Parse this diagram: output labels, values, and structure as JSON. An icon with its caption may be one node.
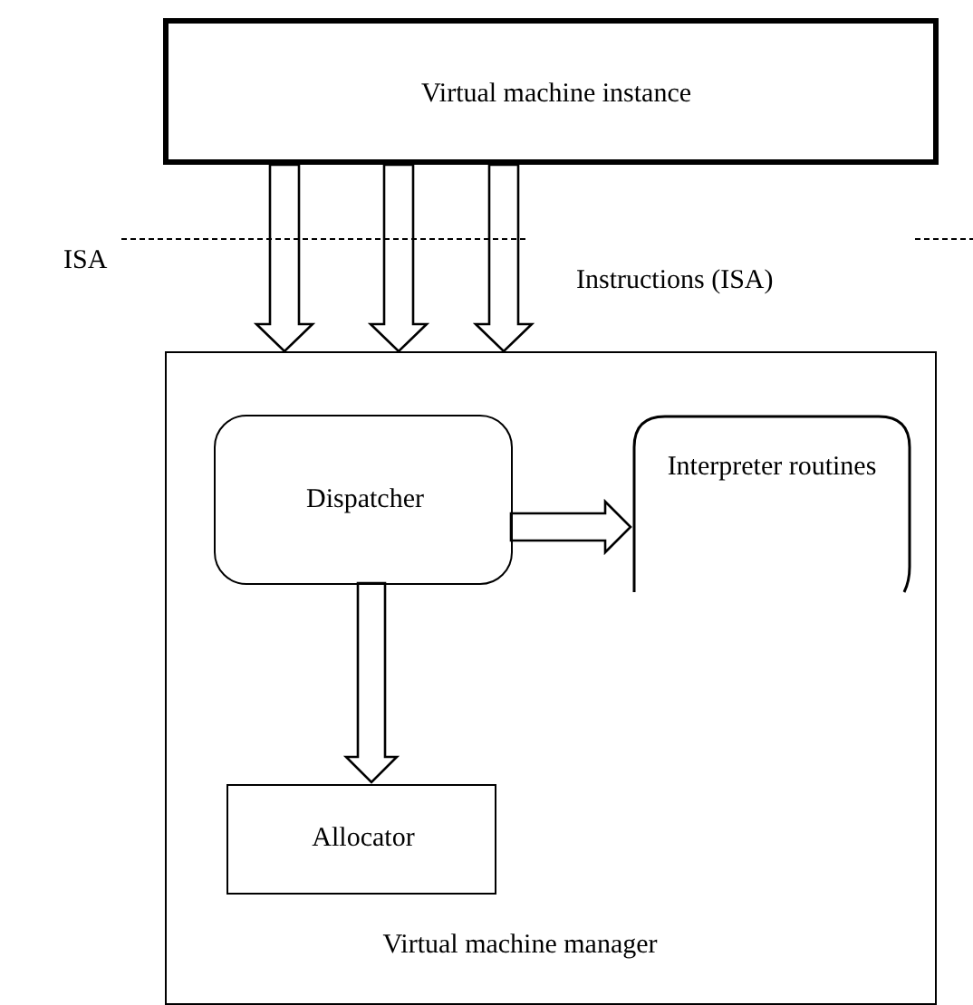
{
  "diagram": {
    "nodes": [
      {
        "text": [
          "Virtual machine instance"
        ]
      },
      {
        "text": [
          "Virtual machine manager"
        ]
      },
      {
        "text": [
          "Dispatcher"
        ],
        "in": 1
      },
      {
        "text": [
          "Interpreter routines"
        ],
        "in": 1
      },
      {
        "text": [
          "Allocator"
        ],
        "in": 1
      }
    ],
    "edges": [
      {
        "from": 0,
        "to": 1,
        "arrow": "to"
      },
      {
        "from": 0,
        "to": 1,
        "arrow": "to"
      },
      {
        "from": 0,
        "to": 1,
        "arrow": "to"
      },
      {
        "from": 2,
        "to": 3,
        "arrow": "to"
      },
      {
        "from": 2,
        "to": 4,
        "arrow": "to"
      }
    ],
    "labels": [
      "ISA",
      "Instructions (ISA)"
    ]
  }
}
